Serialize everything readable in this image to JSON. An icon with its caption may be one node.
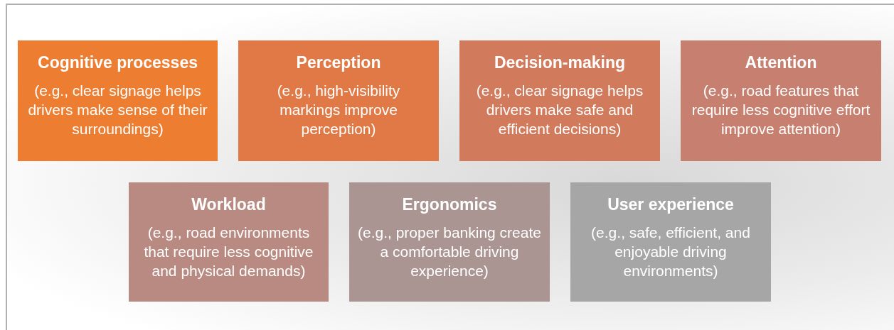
{
  "diagram": {
    "nodes": [
      {
        "text": [
          "Cognitive processes",
          "(e.g., clear signage helps drivers make sense of their surroundings)"
        ]
      },
      {
        "text": [
          "Perception",
          "(e.g., high-visibility markings improve perception)"
        ]
      },
      {
        "text": [
          "Decision-making",
          "(e.g., clear signage helps drivers make safe and efficient decisions)"
        ]
      },
      {
        "text": [
          "Attention",
          "(e.g., road features that require less cognitive effort improve attention)"
        ]
      },
      {
        "text": [
          "Workload",
          "(e.g., road environments that require less cognitive and physical demands)"
        ]
      },
      {
        "text": [
          "Ergonomics",
          "(e.g., proper banking create a comfortable driving experience)"
        ]
      },
      {
        "text": [
          "User experience",
          "(e.g., safe, efficient, and enjoyable driving environments)"
        ]
      }
    ]
  }
}
